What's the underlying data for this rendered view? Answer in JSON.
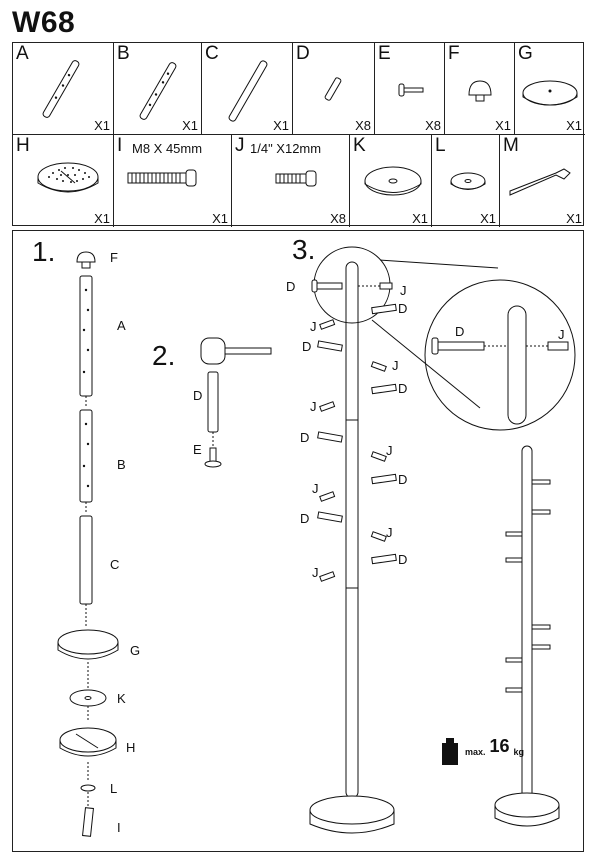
{
  "title": "W68",
  "parts": [
    {
      "letter": "A",
      "qty": "X1",
      "spec": ""
    },
    {
      "letter": "B",
      "qty": "X1",
      "spec": ""
    },
    {
      "letter": "C",
      "qty": "X1",
      "spec": ""
    },
    {
      "letter": "D",
      "qty": "X8",
      "spec": ""
    },
    {
      "letter": "E",
      "qty": "X8",
      "spec": ""
    },
    {
      "letter": "F",
      "qty": "X1",
      "spec": ""
    },
    {
      "letter": "G",
      "qty": "X1",
      "spec": ""
    },
    {
      "letter": "H",
      "qty": "X1",
      "spec": ""
    },
    {
      "letter": "I",
      "qty": "X1",
      "spec": "M8 X 45mm"
    },
    {
      "letter": "J",
      "qty": "X8",
      "spec": "1/4\" X12mm"
    },
    {
      "letter": "K",
      "qty": "X1",
      "spec": ""
    },
    {
      "letter": "L",
      "qty": "X1",
      "spec": ""
    },
    {
      "letter": "M",
      "qty": "X1",
      "spec": ""
    }
  ],
  "steps": {
    "step1": "1.",
    "step2": "2.",
    "step3": "3."
  },
  "labels": {
    "s1_F": "F",
    "s1_A": "A",
    "s1_B": "B",
    "s1_C": "C",
    "s1_G": "G",
    "s1_K": "K",
    "s1_H": "H",
    "s1_L": "L",
    "s1_I": "I",
    "s2_D": "D",
    "s2_E": "E",
    "s3_D": "D",
    "s3_J": "J"
  },
  "max_load": {
    "prefix": "max.",
    "value": "16",
    "unit": "kg"
  }
}
